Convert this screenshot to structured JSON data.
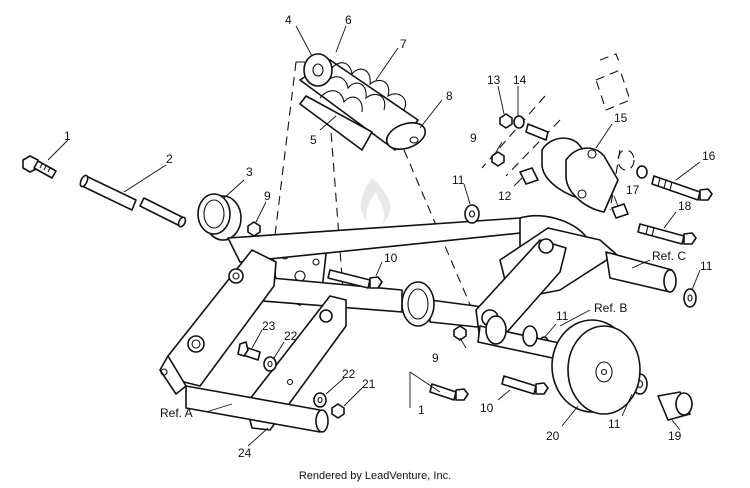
{
  "callouts": [
    {
      "id": "c1a",
      "text": "1"
    },
    {
      "id": "c2",
      "text": "2"
    },
    {
      "id": "c3",
      "text": "3"
    },
    {
      "id": "c4",
      "text": "4"
    },
    {
      "id": "c5",
      "text": "5"
    },
    {
      "id": "c6",
      "text": "6"
    },
    {
      "id": "c7",
      "text": "7"
    },
    {
      "id": "c8",
      "text": "8"
    },
    {
      "id": "c9a",
      "text": "9"
    },
    {
      "id": "c9b",
      "text": "9"
    },
    {
      "id": "c9c",
      "text": "9"
    },
    {
      "id": "c10a",
      "text": "10"
    },
    {
      "id": "c10b",
      "text": "10"
    },
    {
      "id": "c11a",
      "text": "11"
    },
    {
      "id": "c11b",
      "text": "11"
    },
    {
      "id": "c11c",
      "text": "11"
    },
    {
      "id": "c11d",
      "text": "11"
    },
    {
      "id": "c12",
      "text": "12"
    },
    {
      "id": "c13",
      "text": "13"
    },
    {
      "id": "c14",
      "text": "14"
    },
    {
      "id": "c15",
      "text": "15"
    },
    {
      "id": "c16",
      "text": "16"
    },
    {
      "id": "c17",
      "text": "17"
    },
    {
      "id": "c18",
      "text": "18"
    },
    {
      "id": "c19",
      "text": "19"
    },
    {
      "id": "c20",
      "text": "20"
    },
    {
      "id": "c21",
      "text": "21"
    },
    {
      "id": "c22a",
      "text": "22"
    },
    {
      "id": "c22b",
      "text": "22"
    },
    {
      "id": "c23",
      "text": "23"
    },
    {
      "id": "c24",
      "text": "24"
    },
    {
      "id": "c1b",
      "text": "1"
    },
    {
      "id": "refA",
      "text": "Ref. A"
    },
    {
      "id": "refB",
      "text": "Ref. B"
    },
    {
      "id": "refC",
      "text": "Ref. C"
    }
  ],
  "footer": {
    "credit": "Rendered by LeadVenture, Inc."
  }
}
